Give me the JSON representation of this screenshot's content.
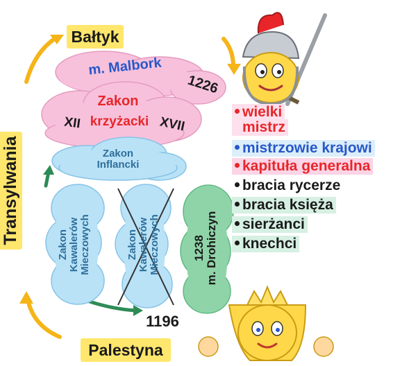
{
  "places": {
    "north": "Bałtyk",
    "south": "Palestyna",
    "west": "Transylwania"
  },
  "clouds": {
    "malbork": "m. Malbork",
    "malbork_year": "1226",
    "zakon_title": "Zakon",
    "zakon_subtitle": "krzyżacki",
    "century_start": "XII",
    "century_end": "XVII",
    "inflancki": "Zakon\nInflancki",
    "kawalerow_left": "Zakon\nKawalerów\nMieczowych",
    "kawalerow_crossed": "Zakon\nKawalerów\nMieczowych",
    "drohiczyn": "1238\nm. Drohiczyn",
    "year_bottom": "1196"
  },
  "hierarchy": [
    {
      "text": "wielki",
      "color": "#e8262a",
      "bullet": true,
      "bg": "#fde0ec"
    },
    {
      "text": "mistrz",
      "color": "#e8262a",
      "bullet": false,
      "bg": "#fde0ec"
    },
    {
      "text": "mistrzowie krajowi",
      "color": "#2758c9",
      "bullet": true,
      "bg": "#dceefa"
    },
    {
      "text": "kapituła generalna",
      "color": "#e8262a",
      "bullet": true,
      "bg": "#fbd4e6"
    },
    {
      "text": "bracia rycerze",
      "color": "#1a1a1a",
      "bullet": true,
      "bg": "#ffffff"
    },
    {
      "text": "bracia księża",
      "color": "#1a1a1a",
      "bullet": true,
      "bg": "#d6f0e3"
    },
    {
      "text": "sierżanci",
      "color": "#1a1a1a",
      "bullet": true,
      "bg": "#d6f0e3"
    },
    {
      "text": "knechci",
      "color": "#1a1a1a",
      "bullet": true,
      "bg": "#d6f0e3"
    }
  ],
  "colors": {
    "pink_cloud": "#f7c1dc",
    "blue_cloud": "#b9e2f7",
    "green_cloud": "#8fd4a8",
    "yellow_label": "#ffe66d",
    "arrow_yellow": "#f5b418",
    "arrow_green": "#2e8b57"
  }
}
